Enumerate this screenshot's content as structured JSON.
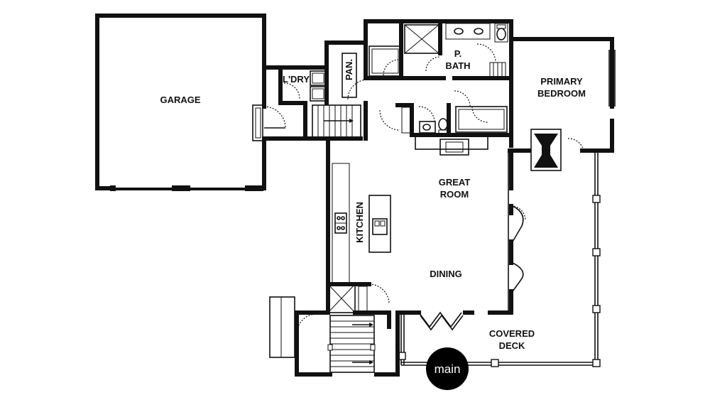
{
  "rooms": {
    "garage": "GARAGE",
    "laundry": "L'DRY",
    "pantry": "PAN.",
    "primary_bath_line1": "P.",
    "primary_bath_line2": "BATH",
    "primary_bedroom_line1": "PRIMARY",
    "primary_bedroom_line2": "BEDROOM",
    "great_room_line1": "GREAT",
    "great_room_line2": "ROOM",
    "kitchen": "KITCHEN",
    "dining": "DINING",
    "covered_deck_line1": "COVERED",
    "covered_deck_line2": "DECK"
  },
  "level_badge": "main",
  "colors": {
    "ink": "#111111",
    "paper": "#ffffff",
    "badge": "#000000"
  }
}
